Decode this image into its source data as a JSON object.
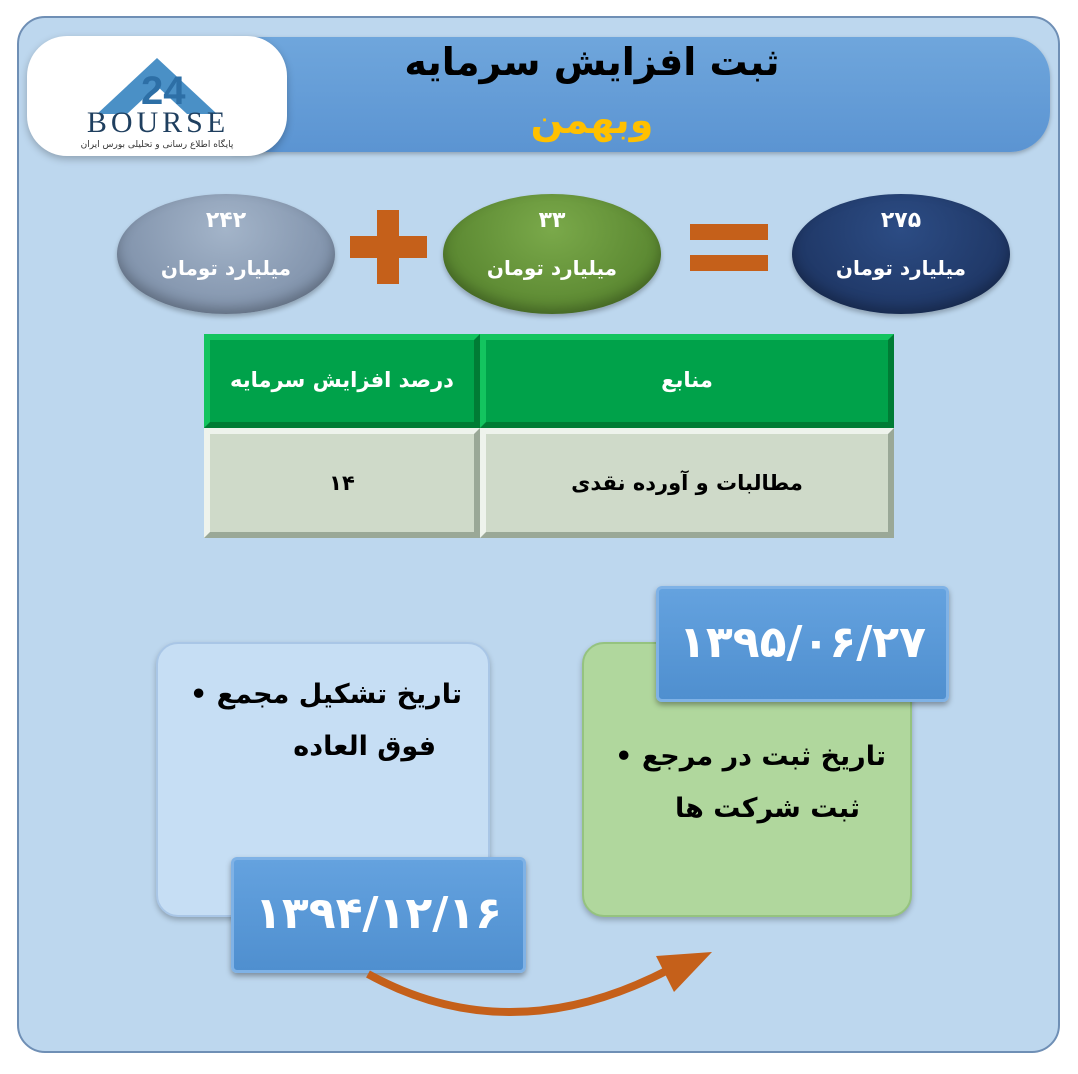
{
  "header": {
    "title": "ثبت افزایش سرمایه",
    "company": "وبهمن"
  },
  "logo": {
    "word": "BOURSE",
    "tagline": "پایگاه اطلاع رسانی و تحلیلی بورس ایران",
    "icon": "24-bourse-mountain-logo"
  },
  "equation": {
    "total": {
      "value": "۲۷۵",
      "unit": "میلیارد تومان"
    },
    "equals_icon": "equals-icon",
    "part1": {
      "value": "۳۳",
      "unit": "میلیارد تومان"
    },
    "plus_icon": "plus-icon",
    "part2": {
      "value": "۲۴۲",
      "unit": "میلیارد تومان"
    }
  },
  "table": {
    "headers": [
      "منابع",
      "درصد افزایش سرمایه"
    ],
    "row": [
      "مطالبات و آورده نقدی",
      "۱۴"
    ]
  },
  "timeline": {
    "assembly_label": "تاریخ تشکیل مجمع",
    "assembly_label2": "فوق العاده",
    "assembly_date": "۱۳۹۴/۱۲/۱۶",
    "registration_label": "تاریخ ثبت در مرجع",
    "registration_label2": "ثبت شرکت ها",
    "registration_date": "۱۳۹۵/۰۶/۲۷",
    "arrow_icon": "curved-arrow-icon"
  },
  "colors": {
    "background": "#bdd7ee",
    "title_bar": "#5b9bd5",
    "company": "#ffc000",
    "operator": "#c5601a",
    "table_head": "#00a24a",
    "total_ellipse": "#1f3864",
    "part1_ellipse": "#5e8c31",
    "part2_ellipse": "#8497b0"
  }
}
